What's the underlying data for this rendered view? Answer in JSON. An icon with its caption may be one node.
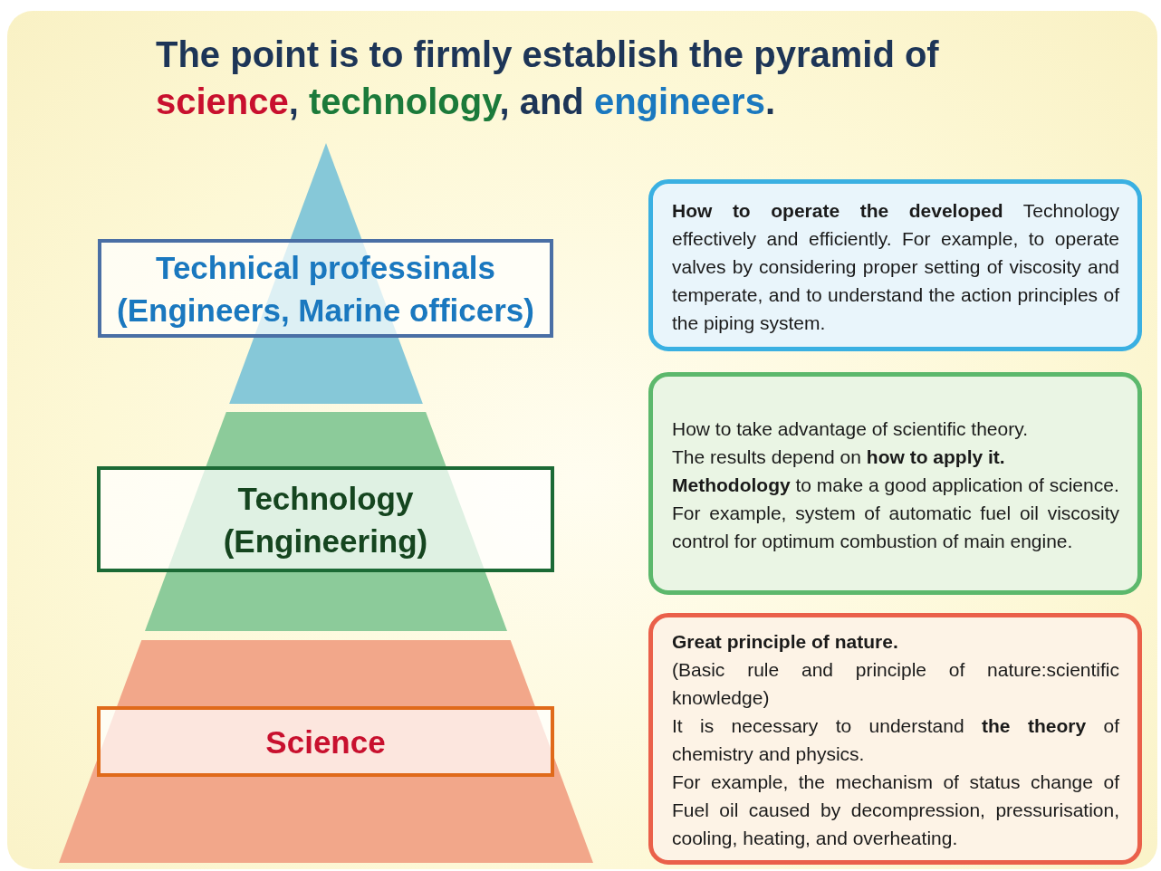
{
  "diagram": {
    "title": "The point is to firmly establish the pyramid of science, technology, and engineers.",
    "nodes": [
      {
        "text": [
          "Technical professinals (Engineers, Marine officers)"
        ]
      },
      {
        "text": [
          "Technology (Engineering)"
        ]
      },
      {
        "text": [
          "Science"
        ]
      },
      {
        "text": [
          "**How to operate the developed** Technology effectively and efficiently. For example, to operate valves by considering proper setting of viscosity and temperate, and to understand the action principles of the piping system."
        ]
      },
      {
        "text": [
          "How to take advantage of scientific theory.",
          "The results depend on **how to apply it.**",
          "**Methodology** to make a good application of science.",
          "For example, system of automatic fuel oil viscosity control for optimum combustion of main engine."
        ]
      },
      {
        "text": [
          "Great principle of nature.",
          "(Basic rule and principle of nature:scientific knowledge)",
          "It is necessary to understand **the theory** of chemistry and physics.",
          "For example, the mechanism of status change of Fuel oil caused by decompression, pressurisation, cooling, heating, and overheating."
        ]
      }
    ]
  }
}
